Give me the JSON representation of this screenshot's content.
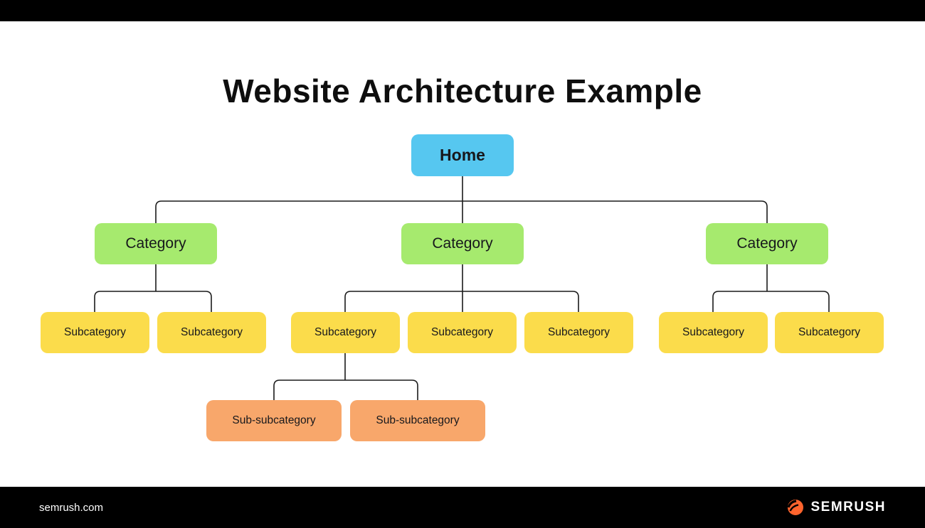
{
  "title": "Website Architecture Example",
  "colors": {
    "home": "#56C7F0",
    "category": "#A6EA6E",
    "subcategory": "#FBDC4B",
    "subsub": "#F8A76B",
    "bar": "#000000",
    "line": "#1a1a1a",
    "brand": "#FF642D"
  },
  "tree": {
    "home": "Home",
    "categories": [
      "Category",
      "Category",
      "Category"
    ],
    "subcategories": [
      "Subcategory",
      "Subcategory",
      "Subcategory",
      "Subcategory",
      "Subcategory",
      "Subcategory",
      "Subcategory"
    ],
    "subsubcategories": [
      "Sub-subcategory",
      "Sub-subcategory"
    ]
  },
  "footer": {
    "site": "semrush.com",
    "brand": "SEMRUSH"
  }
}
